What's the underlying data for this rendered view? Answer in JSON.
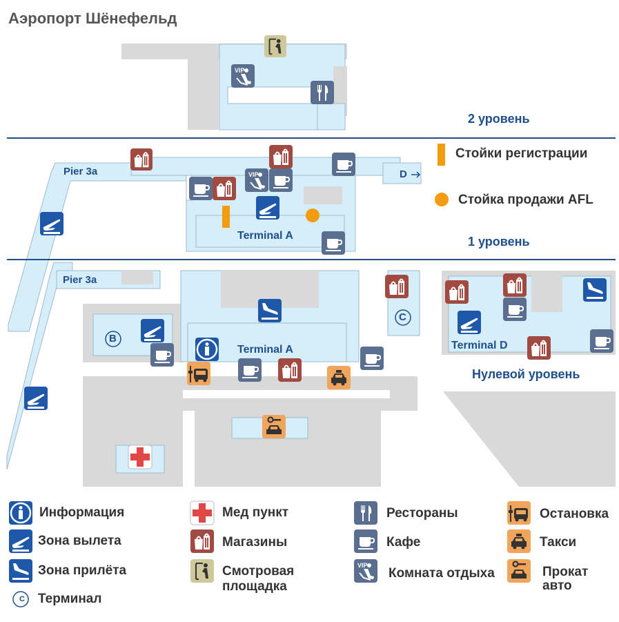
{
  "title": "Аэропорт Шёнефельд",
  "levels": {
    "level2": "2 уровень",
    "level1": "1 уровень",
    "level0": "Нулевой уровень"
  },
  "map_labels": {
    "pier3a_upper": "Pier 3a",
    "pier3a_lower": "Pier 3a",
    "terminal_a_upper": "Terminal A",
    "terminal_a_lower": "Terminal A",
    "terminal_d": "Terminal D",
    "gate_d": "D",
    "terminal_b_marker": "B",
    "terminal_c_marker": "C"
  },
  "key": {
    "checkin": "Стойки регистрации",
    "afl_sales": "Стойка продажи AFL"
  },
  "legend": [
    {
      "icon": "info-icon",
      "label": "Информация"
    },
    {
      "icon": "departures-icon",
      "label": "Зона вылета"
    },
    {
      "icon": "arrivals-icon",
      "label": "Зона прилёта"
    },
    {
      "icon": "terminal-icon",
      "label": "Терминал"
    },
    {
      "icon": "medical-icon",
      "label": "Мед пункт"
    },
    {
      "icon": "shop-icon",
      "label": "Магазины"
    },
    {
      "icon": "observation-deck-icon",
      "label_line1": "Смотровая",
      "label_line2": "площадка"
    },
    {
      "icon": "restaurant-icon",
      "label": "Рестораны"
    },
    {
      "icon": "cafe-icon",
      "label": "Кафе"
    },
    {
      "icon": "vip-lounge-icon",
      "label": "Комната отдыха"
    },
    {
      "icon": "bus-stop-icon",
      "label": "Остановка"
    },
    {
      "icon": "taxi-icon",
      "label": "Такси"
    },
    {
      "icon": "car-rental-icon",
      "label_line1": "Прокат",
      "label_line2": "авто"
    }
  ],
  "colors": {
    "terminal_area": "#d6eefa",
    "building": "#d9d9d9",
    "outline": "#9fb9cc",
    "level_line": "#1f4e8c",
    "level_text": "#1f4e8c",
    "blue_icon": "#1f58a8",
    "slate_icon": "#5a6f8f",
    "shop_icon": "#a14a42",
    "orange_icon": "#f0a45c",
    "observation_icon": "#cfc89a",
    "medical_cross": "#e04848",
    "afl_marker": "#f39c12"
  }
}
